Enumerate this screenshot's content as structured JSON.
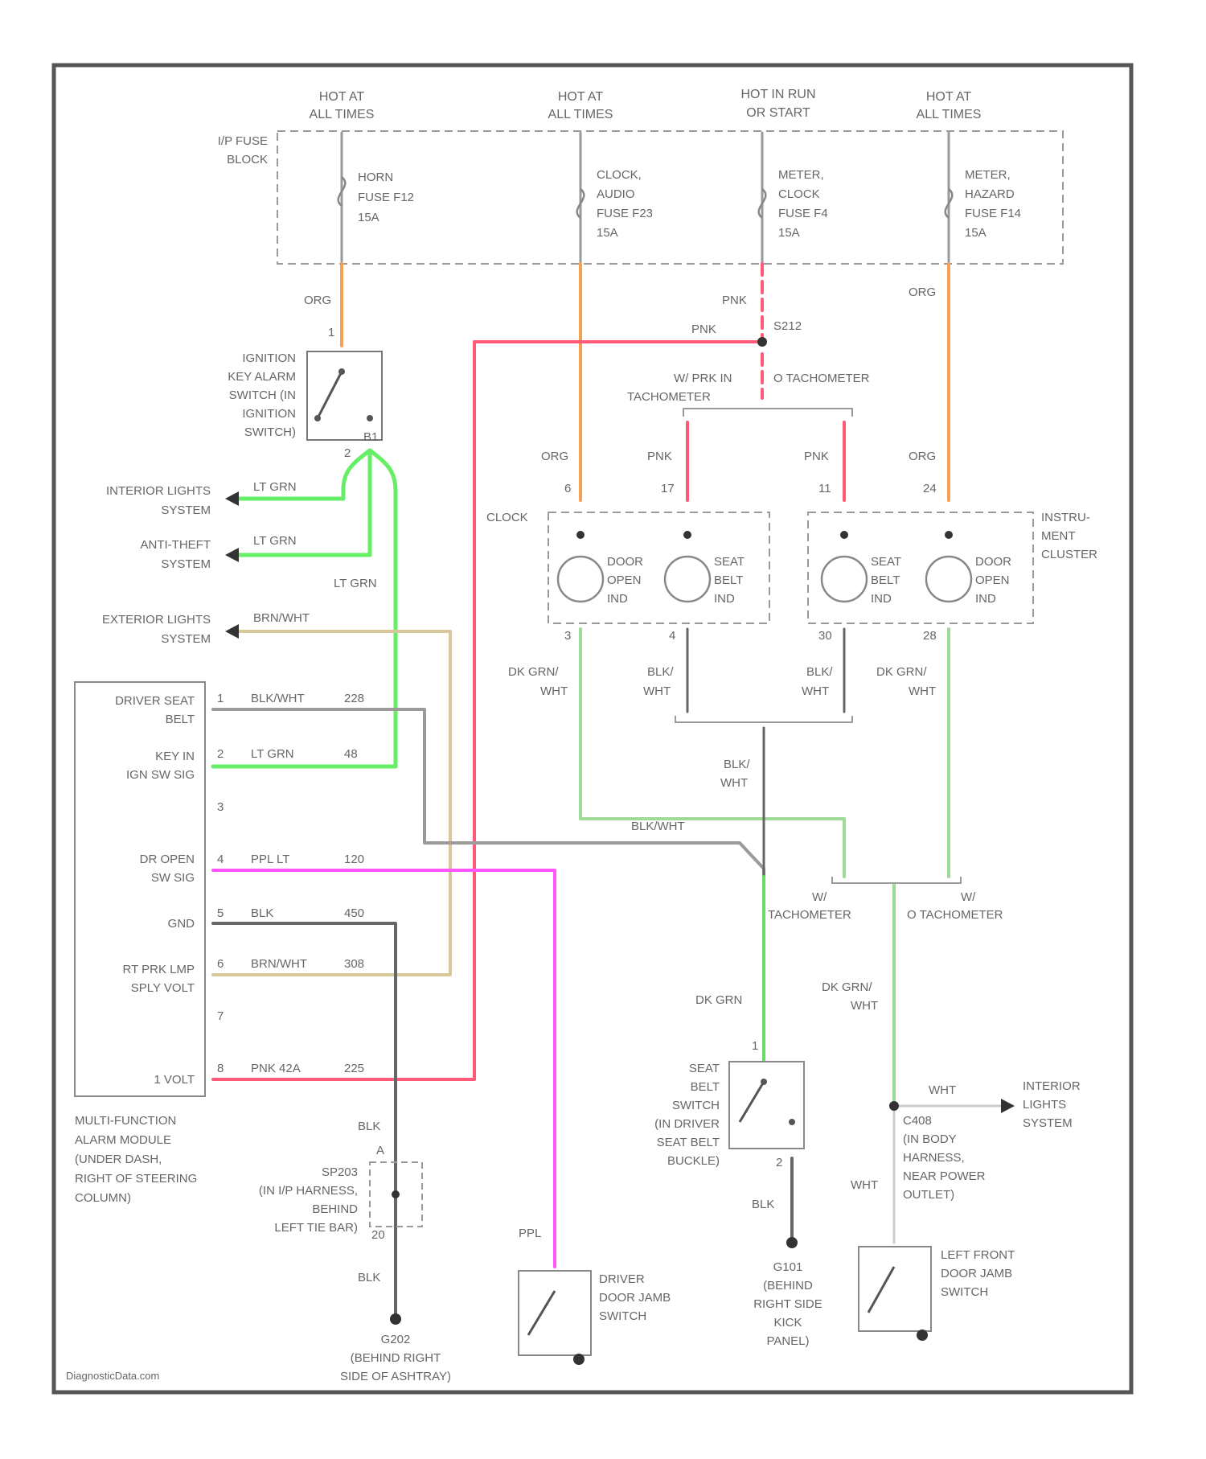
{
  "colors": {
    "frame": "#555555",
    "org": "#f5a055",
    "pnk": "#ff5a78",
    "ltgrn": "#66ee66",
    "dkgrnwht": "#9fdb98",
    "dkgrn": "#66dd66",
    "blkwht": "#9a9a9a",
    "brnwht": "#d8c89a",
    "ppllt": "#ff55ff",
    "ppl": "#ff55ff",
    "blk": "#666666",
    "wht": "#cccccc"
  },
  "hot_labels": [
    {
      "l1": "HOT AT",
      "l2": "ALL TIMES"
    },
    {
      "l1": "HOT AT",
      "l2": "ALL TIMES"
    },
    {
      "l1": "HOT IN RUN",
      "l2": "OR START"
    },
    {
      "l1": "HOT AT",
      "l2": "ALL TIMES"
    }
  ],
  "fuse_block": {
    "l1": "I/P FUSE",
    "l2": "BLOCK"
  },
  "fuses": [
    {
      "l1": "HORN",
      "l2": "FUSE F12",
      "l3": "15A"
    },
    {
      "l1": "CLOCK,",
      "l2": "AUDIO",
      "l3": "FUSE F23",
      "l4": "15A"
    },
    {
      "l1": "METER,",
      "l2": "CLOCK",
      "l3": "FUSE F4",
      "l4": "15A"
    },
    {
      "l1": "METER,",
      "l2": "HAZARD",
      "l3": "FUSE F14",
      "l4": "15A"
    }
  ],
  "wires": {
    "org1": "ORG",
    "org2": "ORG",
    "org3": "ORG",
    "org4": "ORG",
    "pnk1": "PNK",
    "pnk2": "PNK",
    "pnk3": "PNK",
    "pnk4": "PNK",
    "ltgrn1": "LT GRN",
    "ltgrn2": "LT GRN",
    "ltgrn3": "LT GRN",
    "brnwht": "BRN/WHT",
    "dkgrnwht1a": "DK GRN/",
    "dkgrnwht1b": "WHT",
    "blkwht1a": "BLK/",
    "blkwht1b": "WHT",
    "blkwht2a": "BLK/",
    "blkwht2b": "WHT",
    "dkgrnwht2a": "DK GRN/",
    "dkgrnwht2b": "WHT",
    "blkwht3a": "BLK/",
    "blkwht3b": "WHT",
    "blkwht4": "BLK/WHT",
    "dkgrnwht3a": "DK GRN/",
    "dkgrnwht3b": "WHT",
    "dkgrn": "DK GRN",
    "blk1": "BLK",
    "blk2": "BLK",
    "blk3": "BLK",
    "ppl": "PPL",
    "wht1": "WHT",
    "wht2": "WHT"
  },
  "splice_s212": "S212",
  "tach_top": {
    "left_l1": "W/ PRK IN",
    "left_l2": "TACHOMETER",
    "right": "O TACHOMETER"
  },
  "tach_mid": {
    "left_l1": "W/",
    "left_l2": "TACHOMETER",
    "right_l1": "W/",
    "right_l2": "O TACHOMETER"
  },
  "ignition_switch": {
    "l1": "IGNITION",
    "l2": "KEY ALARM",
    "l3": "SWITCH (IN",
    "l4": "IGNITION",
    "l5": "SWITCH)"
  },
  "pins": {
    "ign_top": "1",
    "ign_a": "2",
    "ign_b": "B1",
    "c_6": "6",
    "c_17": "17",
    "c_11": "11",
    "c_24": "24",
    "c_3": "3",
    "c_4": "4",
    "c_30": "30",
    "c_28": "28",
    "sb_1": "1",
    "sb_2": "2",
    "sp_a": "A",
    "sp_b": "20",
    "m1": "1",
    "m2": "2",
    "m3": "3",
    "m4": "4",
    "m5": "5",
    "m6": "6",
    "m7": "7",
    "m8": "8"
  },
  "side_systems": [
    {
      "l1": "INTERIOR LIGHTS",
      "l2": "SYSTEM"
    },
    {
      "l1": "ANTI-THEFT",
      "l2": "SYSTEM"
    },
    {
      "l1": "EXTERIOR LIGHTS",
      "l2": "SYSTEM"
    }
  ],
  "cluster": {
    "clock_label": "CLOCK",
    "label_l1": "INSTRU-",
    "label_l2": "MENT",
    "label_l3": "CLUSTER",
    "lamps": [
      {
        "l1": "DOOR",
        "l2": "OPEN",
        "l3": "IND"
      },
      {
        "l1": "SEAT",
        "l2": "BELT",
        "l3": "IND"
      },
      {
        "l1": "SEAT",
        "l2": "BELT",
        "l3": "IND"
      },
      {
        "l1": "DOOR",
        "l2": "OPEN",
        "l3": "IND"
      }
    ]
  },
  "module": {
    "rows": [
      {
        "l1": "DRIVER SEAT",
        "l2": "BELT",
        "pin": "1",
        "wire": "BLK/WHT",
        "circuit": "228"
      },
      {
        "l1": "KEY IN",
        "l2": "IGN SW SIG",
        "pin": "2",
        "wire": "LT GRN",
        "circuit": "48"
      },
      {
        "l1": "",
        "l2": "",
        "pin": "3",
        "wire": "",
        "circuit": ""
      },
      {
        "l1": "DR OPEN",
        "l2": "SW SIG",
        "pin": "4",
        "wire": "PPL LT",
        "circuit": "120"
      },
      {
        "l1": "GND",
        "l2": "",
        "pin": "5",
        "wire": "BLK",
        "circuit": "450"
      },
      {
        "l1": "RT PRK LMP",
        "l2": "SPLY VOLT",
        "pin": "6",
        "wire": "BRN/WHT",
        "circuit": "308"
      },
      {
        "l1": "",
        "l2": "",
        "pin": "7",
        "wire": "",
        "circuit": ""
      },
      {
        "l1": "",
        "l2": "1 VOLT",
        "pin": "8",
        "wire": "PNK 42A",
        "circuit": "225"
      }
    ],
    "caption": [
      "MULTI-FUNCTION",
      "ALARM MODULE",
      "(UNDER DASH,",
      "RIGHT OF STEERING",
      "COLUMN)"
    ]
  },
  "sp203": {
    "l1": "SP203",
    "l2": "(IN I/P HARNESS,",
    "l3": "BEHIND",
    "l4": "LEFT TIE BAR)"
  },
  "g202": {
    "l1": "G202",
    "l2": "(BEHIND RIGHT",
    "l3": "SIDE OF ASHTRAY)"
  },
  "g101": {
    "l1": "G101",
    "l2": "(BEHIND",
    "l3": "RIGHT SIDE",
    "l4": "KICK",
    "l5": "PANEL)"
  },
  "seat_belt_switch": {
    "l1": "SEAT",
    "l2": "BELT",
    "l3": "SWITCH",
    "l4": "(IN DRIVER",
    "l5": "SEAT BELT",
    "l6": "BUCKLE)"
  },
  "driver_jamb": {
    "l1": "DRIVER",
    "l2": "DOOR JAMB",
    "l3": "SWITCH"
  },
  "left_jamb": {
    "l1": "LEFT FRONT",
    "l2": "DOOR JAMB",
    "l3": "SWITCH"
  },
  "c408": {
    "l1": "C408",
    "l2": "(IN BODY",
    "l3": "HARNESS,",
    "l4": "NEAR POWER",
    "l5": "OUTLET)"
  },
  "interior_right": {
    "l1": "INTERIOR",
    "l2": "LIGHTS",
    "l3": "SYSTEM"
  },
  "watermark": "DiagnosticData.com"
}
